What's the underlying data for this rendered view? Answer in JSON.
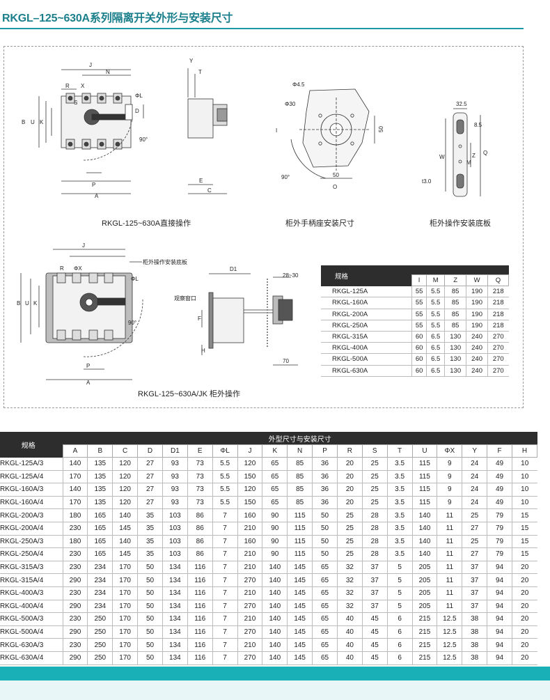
{
  "title": "RKGL–125~630A系列隔离开关外形与安装尺寸",
  "captions": {
    "direct": "RKGL-125~630A直接操作",
    "handle_seat": "柜外手柄座安装尺寸",
    "plate": "柜外操作安装底板",
    "external": "RKGL-125~630A/JK 柜外操作"
  },
  "labels": {
    "J": "J",
    "N": "N",
    "R": "R",
    "S": "S",
    "X": "X",
    "L": "ΦL",
    "D": "D",
    "B": "B",
    "U": "U",
    "K": "K",
    "deg90": "90°",
    "P": "P",
    "A": "A",
    "Y": "Y",
    "T": "T",
    "E": "E",
    "C": "C",
    "phi45": "Φ4.5",
    "phi30": "Φ30",
    "fifty_v": "50",
    "fifty_h": "50",
    "deg90b": "90°",
    "I": "I",
    "O": "O",
    "w325": "32.5",
    "e85": "8.5",
    "W": "W",
    "Z": "Z",
    "Q": "Q",
    "M": "M",
    "t30": "t3.0",
    "J2": "J",
    "R2": "R",
    "X2": "ΦX",
    "L2": "ΦL",
    "B2": "B",
    "U2": "U",
    "K2": "K",
    "deg90c": "90°",
    "P2": "P",
    "A2": "A",
    "plate_note": "柜外操作安装底板",
    "D1": "D1",
    "r2830": "28~30",
    "window": "观察窗口",
    "F": "F",
    "H": "H",
    "seventy": "70"
  },
  "spec_table": {
    "header": "规格",
    "columns": [
      "I",
      "M",
      "Z",
      "W",
      "Q"
    ],
    "rows": [
      [
        "RKGL-125A",
        "55",
        "5.5",
        "85",
        "190",
        "218"
      ],
      [
        "RKGL-160A",
        "55",
        "5.5",
        "85",
        "190",
        "218"
      ],
      [
        "RKGL-200A",
        "55",
        "5.5",
        "85",
        "190",
        "218"
      ],
      [
        "RKGL-250A",
        "55",
        "5.5",
        "85",
        "190",
        "218"
      ],
      [
        "RKGL-315A",
        "60",
        "6.5",
        "130",
        "240",
        "270"
      ],
      [
        "RKGL-400A",
        "60",
        "6.5",
        "130",
        "240",
        "270"
      ],
      [
        "RKGL-500A",
        "60",
        "6.5",
        "130",
        "240",
        "270"
      ],
      [
        "RKGL-630A",
        "60",
        "6.5",
        "130",
        "240",
        "270"
      ]
    ]
  },
  "dims_table": {
    "header_model": "规格",
    "header_group": "外型尺寸与安装尺寸",
    "columns": [
      "A",
      "B",
      "C",
      "D",
      "D1",
      "E",
      "ΦL",
      "J",
      "K",
      "N",
      "P",
      "R",
      "S",
      "T",
      "U",
      "ΦX",
      "Y",
      "F",
      "H"
    ],
    "rows": [
      [
        "RKGL-125A/3",
        "140",
        "135",
        "120",
        "27",
        "93",
        "73",
        "5.5",
        "120",
        "65",
        "85",
        "36",
        "20",
        "25",
        "3.5",
        "115",
        "9",
        "24",
        "49",
        "10"
      ],
      [
        "RKGL-125A/4",
        "170",
        "135",
        "120",
        "27",
        "93",
        "73",
        "5.5",
        "150",
        "65",
        "85",
        "36",
        "20",
        "25",
        "3.5",
        "115",
        "9",
        "24",
        "49",
        "10"
      ],
      [
        "RKGL-160A/3",
        "140",
        "135",
        "120",
        "27",
        "93",
        "73",
        "5.5",
        "120",
        "65",
        "85",
        "36",
        "20",
        "25",
        "3.5",
        "115",
        "9",
        "24",
        "49",
        "10"
      ],
      [
        "RKGL-160A/4",
        "170",
        "135",
        "120",
        "27",
        "93",
        "73",
        "5.5",
        "150",
        "65",
        "85",
        "36",
        "20",
        "25",
        "3.5",
        "115",
        "9",
        "24",
        "49",
        "10"
      ],
      [
        "RKGL-200A/3",
        "180",
        "165",
        "140",
        "35",
        "103",
        "86",
        "7",
        "160",
        "90",
        "115",
        "50",
        "25",
        "28",
        "3.5",
        "140",
        "11",
        "25",
        "79",
        "15"
      ],
      [
        "RKGL-200A/4",
        "230",
        "165",
        "145",
        "35",
        "103",
        "86",
        "7",
        "210",
        "90",
        "115",
        "50",
        "25",
        "28",
        "3.5",
        "140",
        "11",
        "27",
        "79",
        "15"
      ],
      [
        "RKGL-250A/3",
        "180",
        "165",
        "140",
        "35",
        "103",
        "86",
        "7",
        "160",
        "90",
        "115",
        "50",
        "25",
        "28",
        "3.5",
        "140",
        "11",
        "25",
        "79",
        "15"
      ],
      [
        "RKGL-250A/4",
        "230",
        "165",
        "145",
        "35",
        "103",
        "86",
        "7",
        "210",
        "90",
        "115",
        "50",
        "25",
        "28",
        "3.5",
        "140",
        "11",
        "27",
        "79",
        "15"
      ],
      [
        "RKGL-315A/3",
        "230",
        "234",
        "170",
        "50",
        "134",
        "116",
        "7",
        "210",
        "140",
        "145",
        "65",
        "32",
        "37",
        "5",
        "205",
        "11",
        "37",
        "94",
        "20"
      ],
      [
        "RKGL-315A/4",
        "290",
        "234",
        "170",
        "50",
        "134",
        "116",
        "7",
        "270",
        "140",
        "145",
        "65",
        "32",
        "37",
        "5",
        "205",
        "11",
        "37",
        "94",
        "20"
      ],
      [
        "RKGL-400A/3",
        "230",
        "234",
        "170",
        "50",
        "134",
        "116",
        "7",
        "210",
        "140",
        "145",
        "65",
        "32",
        "37",
        "5",
        "205",
        "11",
        "37",
        "94",
        "20"
      ],
      [
        "RKGL-400A/4",
        "290",
        "234",
        "170",
        "50",
        "134",
        "116",
        "7",
        "270",
        "140",
        "145",
        "65",
        "32",
        "37",
        "5",
        "205",
        "11",
        "37",
        "94",
        "20"
      ],
      [
        "RKGL-500A/3",
        "230",
        "250",
        "170",
        "50",
        "134",
        "116",
        "7",
        "210",
        "140",
        "145",
        "65",
        "40",
        "45",
        "6",
        "215",
        "12.5",
        "38",
        "94",
        "20"
      ],
      [
        "RKGL-500A/4",
        "290",
        "250",
        "170",
        "50",
        "134",
        "116",
        "7",
        "270",
        "140",
        "145",
        "65",
        "40",
        "45",
        "6",
        "215",
        "12.5",
        "38",
        "94",
        "20"
      ],
      [
        "RKGL-630A/3",
        "230",
        "250",
        "170",
        "50",
        "134",
        "116",
        "7",
        "210",
        "140",
        "145",
        "65",
        "40",
        "45",
        "6",
        "215",
        "12.5",
        "38",
        "94",
        "20"
      ],
      [
        "RKGL-630A/4",
        "290",
        "250",
        "170",
        "50",
        "134",
        "116",
        "7",
        "270",
        "140",
        "145",
        "65",
        "40",
        "45",
        "6",
        "215",
        "12.5",
        "38",
        "94",
        "20"
      ]
    ]
  }
}
